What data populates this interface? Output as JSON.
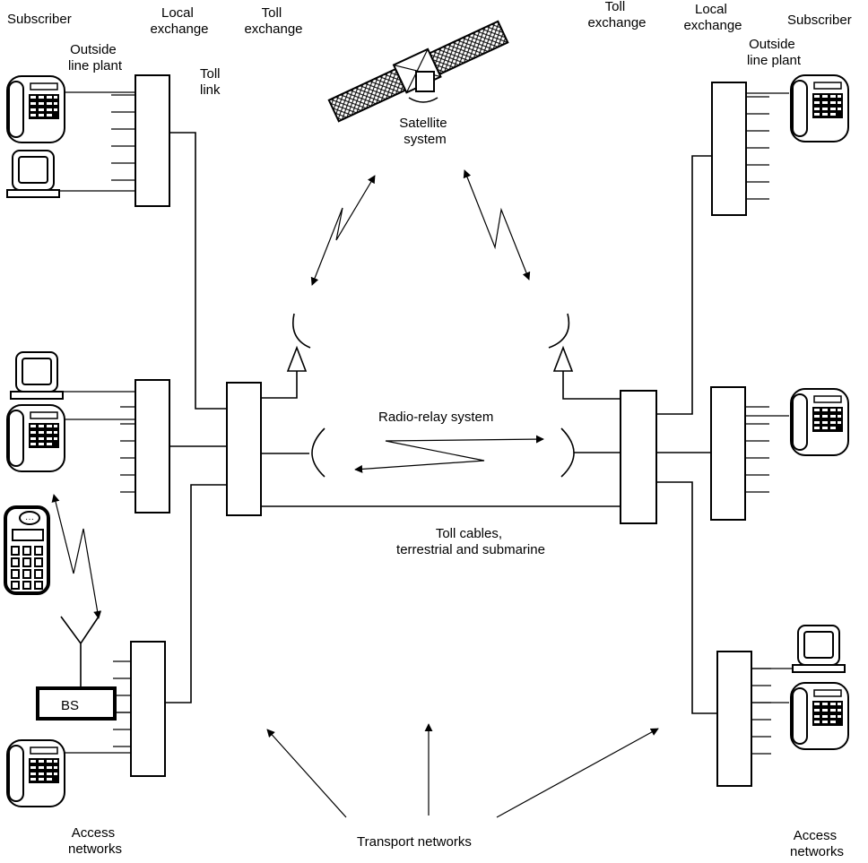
{
  "labels": {
    "subscriber_left": "Subscriber",
    "local_exchange_left": "Local exchange",
    "toll_exchange_left": "Toll exchange",
    "outside_line_plant_left": "Outside line plant",
    "toll_link": "Toll link",
    "satellite_system": "Satellite system",
    "toll_exchange_right": "Toll exchange",
    "local_exchange_right": "Local exchange",
    "subscriber_right": "Subscriber",
    "outside_line_plant_right": "Outside line plant",
    "radio_relay_system": "Radio-relay system",
    "toll_cables": "Toll cables, terrestrial and submarine",
    "base_station": "BS",
    "access_networks_left": "Access networks",
    "transport_networks": "Transport networks",
    "access_networks_right": "Access networks"
  },
  "colors": {
    "line": "#000000",
    "background": "#ffffff",
    "satellite_panel_hatch": "#000000"
  },
  "icons": [
    "telephone-icon",
    "computer-terminal-icon",
    "mobile-phone-icon",
    "antenna-icon",
    "satellite-icon",
    "dish-antenna-icon",
    "radio-relay-antenna-icon"
  ]
}
